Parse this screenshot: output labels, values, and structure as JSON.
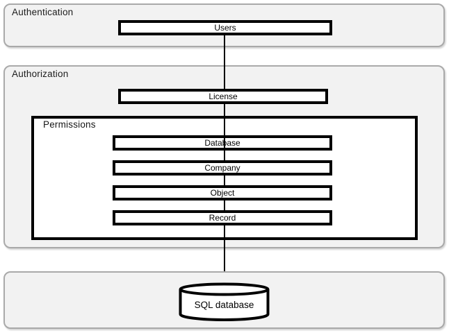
{
  "diagram": {
    "type": "layered-security-architecture",
    "authentication": {
      "label": "Authentication",
      "users_label": "Users"
    },
    "authorization": {
      "label": "Authorization",
      "license_label": "License",
      "permissions": {
        "label": "Permissions",
        "levels": [
          "Database",
          "Company",
          "Object",
          "Record"
        ]
      }
    },
    "storage": {
      "database_label": "SQL database"
    },
    "connector": {
      "from": "Users",
      "to": "SQL database"
    },
    "colors": {
      "container_fill": "#f2f2f2",
      "container_border": "#a9a9a9",
      "node_fill": "#ffffff",
      "node_border": "#000000",
      "connector": "#000000",
      "text": "#1c1c1c"
    }
  }
}
